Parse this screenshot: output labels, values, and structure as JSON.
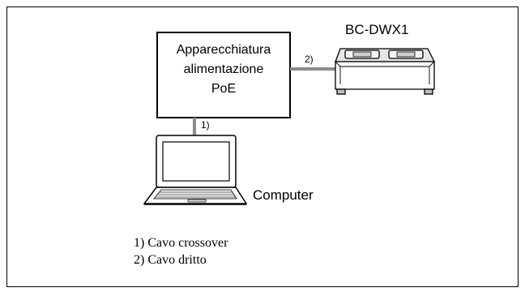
{
  "poe_box": {
    "line1": "Apparecchiatura",
    "line2": "alimentazione",
    "line3": "PoE"
  },
  "device_label": "BC-DWX1",
  "computer_label": "Computer",
  "cable_markers": {
    "crossover": "1)",
    "straight": "2)"
  },
  "legend": {
    "item1": "1) Cavo crossover",
    "item2": "2) Cavo dritto"
  }
}
